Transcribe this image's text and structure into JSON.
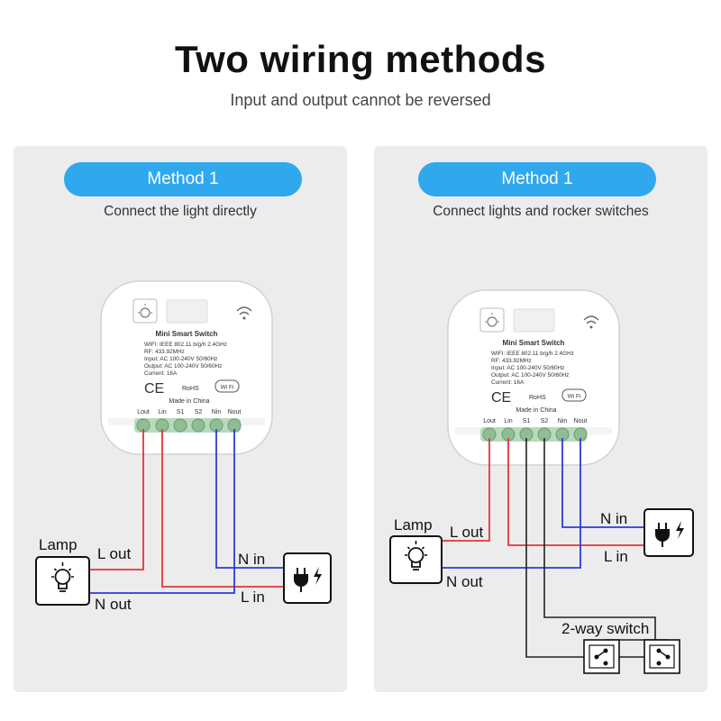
{
  "header": {
    "title": "Two wiring methods",
    "subtitle": "Input and output cannot be reversed"
  },
  "device": {
    "name": "Mini Smart Switch",
    "specs": [
      "WIFI: IEEE 802.11 b/g/h  2.4GHz",
      "RF: 433.92MHz",
      "Input:  AC 100-240V  50/60Hz",
      "Output:  AC 100-240V  50/60Hz",
      "Current:  16A"
    ],
    "ce": "CE",
    "rohs": "RoHS",
    "wifi": "Wi Fi",
    "made_in": "Made in China",
    "terminals": [
      "Lout",
      "Lin",
      "S1",
      "S2",
      "Nin",
      "Nout"
    ]
  },
  "methods": [
    {
      "badge": "Method 1",
      "caption": "Connect the light directly",
      "labels": {
        "lamp": "Lamp",
        "l_out": "L out",
        "n_out": "N out",
        "n_in": "N in",
        "l_in": "L in"
      }
    },
    {
      "badge": "Method 1",
      "caption": "Connect lights and rocker switches",
      "labels": {
        "lamp": "Lamp",
        "l_out": "L out",
        "n_out": "N out",
        "n_in": "N in",
        "l_in": "L in",
        "switch": "2-way switch"
      }
    }
  ],
  "colors": {
    "accent": "#2fa8ee",
    "panel": "#ececec",
    "live_wire": "#e8333a",
    "neutral_wire": "#2e3ad6",
    "switch_wire": "#222222",
    "terminal": "#8fbe93"
  },
  "icons": [
    "lamp-icon",
    "power-plug-icon",
    "wifi-signal-icon",
    "light-icon",
    "rocker-switch-icon"
  ]
}
